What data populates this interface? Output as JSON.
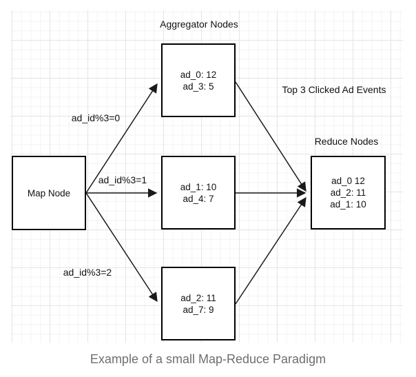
{
  "canvas": {
    "aggregator_title": "Aggregator Nodes",
    "reduce_title": "Reduce Nodes",
    "annotation": "Top 3 Clicked Ad Events",
    "map_node": {
      "label": "Map Node"
    },
    "aggregators": [
      {
        "line1": "ad_0: 12",
        "line2": "ad_3: 5"
      },
      {
        "line1": "ad_1: 10",
        "line2": "ad_4: 7"
      },
      {
        "line1": "ad_2: 11",
        "line2": "ad_7: 9"
      }
    ],
    "reduce_node": {
      "line1": "ad_0 12",
      "line2": "ad_2: 11",
      "line3": "ad_1: 10"
    },
    "edge_labels": {
      "mod0": "ad_id%3=0",
      "mod1": "ad_id%3=1",
      "mod2": "ad_id%3=2"
    }
  },
  "caption": "Example of a small Map-Reduce Paradigm",
  "colors": {
    "node_border": "#000000",
    "node_fill": "#ffffff",
    "arrow_color": "#1a1a1a",
    "grid_major": "#e4e4e4",
    "grid_minor": "#f3f3f3",
    "caption_color": "#6e6e6e"
  }
}
